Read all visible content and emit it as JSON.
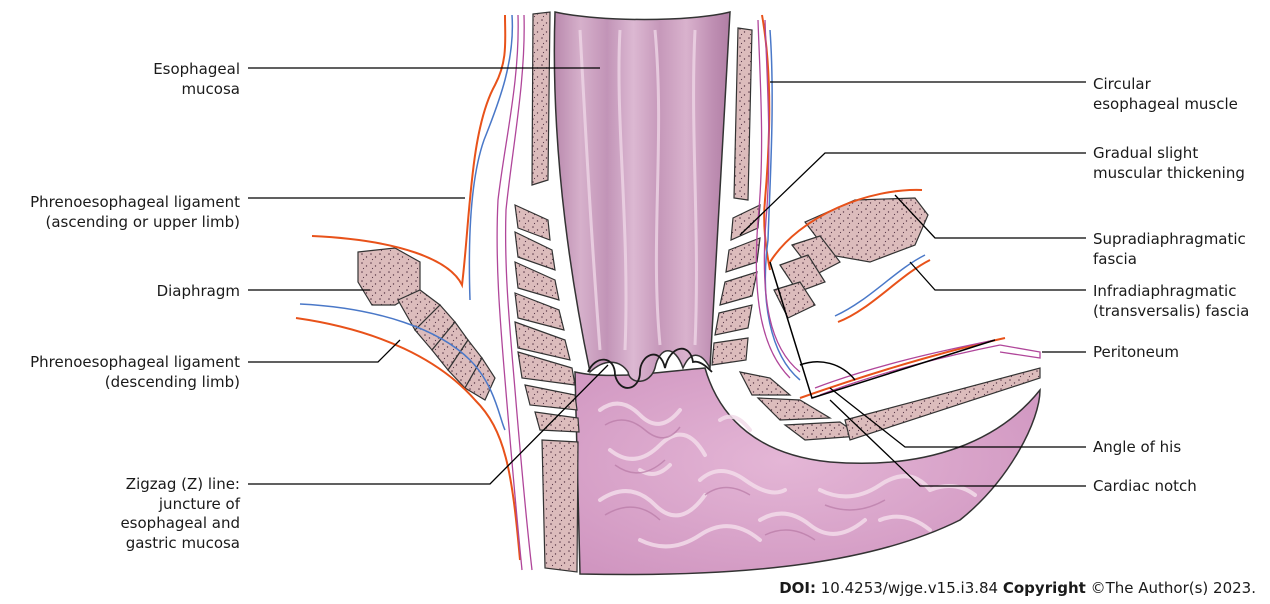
{
  "labels": {
    "esophageal_mucosa": [
      "Esophageal",
      "mucosa"
    ],
    "phreno_upper": [
      "Phrenoesophageal ligament",
      "(ascending or upper limb)"
    ],
    "diaphragm": [
      "Diaphragm"
    ],
    "phreno_descending": [
      "Phrenoesophageal ligament",
      "(descending limb)"
    ],
    "zigzag_line": [
      "Zigzag (Z) line:",
      "juncture of",
      "esophageal and",
      "gastric mucosa"
    ],
    "circular_muscle": [
      "Circular",
      "esophageal muscle"
    ],
    "gradual_thickening": [
      "Gradual slight",
      "muscular thickening"
    ],
    "supradiaphragmatic": [
      "Supradiaphragmatic",
      "fascia"
    ],
    "infradiaphragmatic": [
      "Infradiaphragmatic",
      "(transversalis) fascia"
    ],
    "peritoneum": [
      "Peritoneum"
    ],
    "angle_of_his": [
      "Angle of his"
    ],
    "cardiac_notch": [
      "Cardiac notch"
    ]
  },
  "footer": {
    "doi_label": "DOI:",
    "doi_value": " 10.4253/wjge.v15.i3.84 ",
    "copyright_label": "Copyright",
    "copyright_text": " ©The Author(s) 2023."
  },
  "colors": {
    "mucosa": "#c99bbf",
    "stomach": "#d9a4c9",
    "muscle": "#d9b8b8",
    "orange_fascia": "#e8521a",
    "blue_fascia": "#4a78c8",
    "magenta_fascia": "#b0469a",
    "leader": "#000000"
  }
}
